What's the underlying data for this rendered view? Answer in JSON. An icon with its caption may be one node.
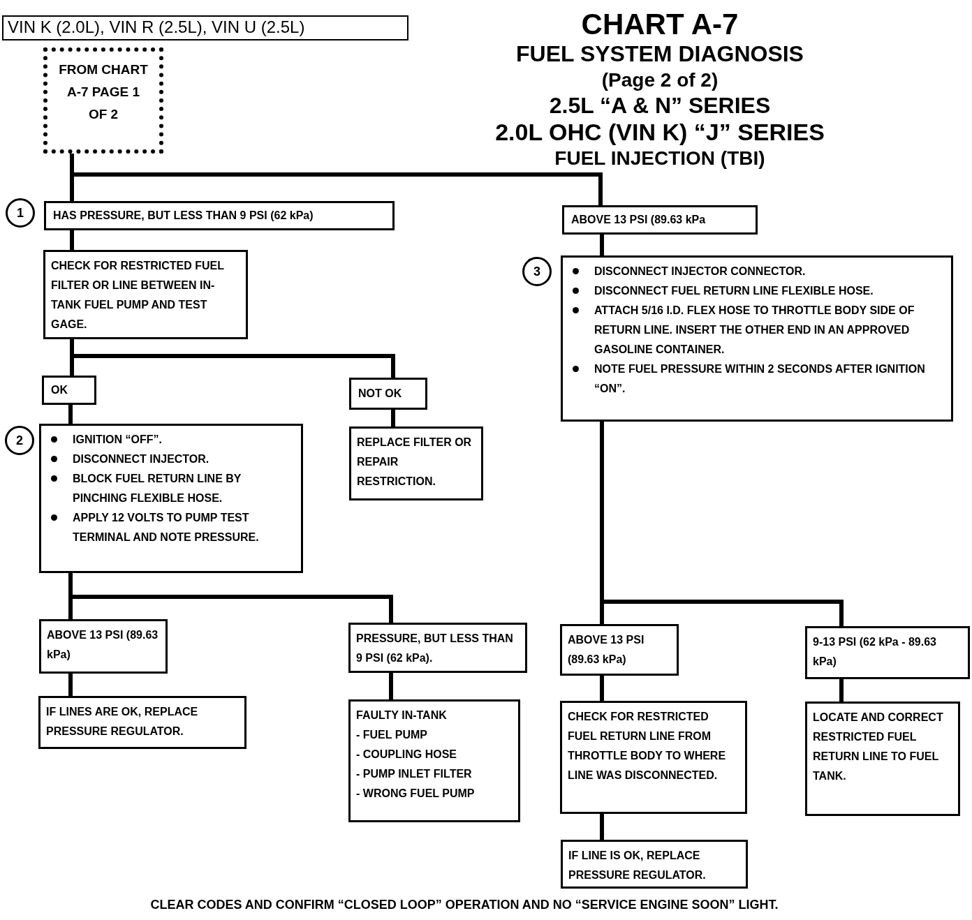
{
  "diagram": {
    "title": "CHART A-7",
    "nodes": [
      {
        "text": [
          "VIN K (2.0L), VIN R (2.5L), VIN U (2.5L)"
        ]
      },
      {
        "text": [
          "FROM CHART A-7 PAGE 1 OF 2"
        ]
      },
      {
        "text": [
          "1"
        ]
      },
      {
        "text": [
          "HAS PRESSURE, BUT LESS THAN 9 PSI (62 kPa)"
        ]
      },
      {
        "text": [
          "ABOVE 13 PSI (89.63 kPa"
        ]
      },
      {
        "text": [
          "CHECK FOR RESTRICTED FUEL FILTER OR LINE BETWEEN IN-TANK FUEL PUMP AND TEST GAGE."
        ]
      },
      {
        "text": [
          "3"
        ]
      },
      {
        "text": [
          "DISCONNECT INJECTOR CONNECTOR.",
          "DISCONNECT FUEL RETURN LINE FLEXIBLE HOSE.",
          "ATTACH 5/16 I.D. FLEX HOSE TO THROTTLE BODY SIDE OF RETURN LINE. INSERT THE OTHER END IN AN APPROVED GASOLINE CONTAINER.",
          "NOTE FUEL PRESSURE WITHIN 2 SECONDS AFTER IGNITION “ON”."
        ]
      },
      {
        "text": [
          "OK"
        ]
      },
      {
        "text": [
          "NOT OK"
        ]
      },
      {
        "text": [
          "2"
        ]
      },
      {
        "text": [
          "IGNITION “OFF”.",
          "DISCONNECT INJECTOR.",
          "BLOCK FUEL RETURN LINE BY PINCHING FLEXIBLE HOSE.",
          "APPLY 12 VOLTS TO PUMP TEST TERMINAL AND NOTE PRESSURE."
        ]
      },
      {
        "text": [
          "REPLACE FILTER OR REPAIR RESTRICTION."
        ]
      },
      {
        "text": [
          "ABOVE 13 PSI (89.63 kPa)"
        ]
      },
      {
        "text": [
          "PRESSURE, BUT LESS THAN 9 PSI (62 kPa)."
        ]
      },
      {
        "text": [
          "ABOVE 13 PSI (89.63 kPa)"
        ]
      },
      {
        "text": [
          "9-13 PSI (62 kPa - 89.63 kPa)"
        ]
      },
      {
        "text": [
          "IF LINES ARE OK, REPLACE PRESSURE REGULATOR."
        ]
      },
      {
        "text": [
          "FAULTY IN-TANK",
          "- FUEL PUMP",
          "- COUPLING HOSE",
          "- PUMP INLET FILTER",
          "- WRONG FUEL PUMP"
        ]
      },
      {
        "text": [
          "CHECK FOR RESTRICTED FUEL RETURN LINE FROM THROTTLE BODY TO WHERE LINE WAS DISCONNECTED."
        ]
      },
      {
        "text": [
          "LOCATE AND CORRECT RESTRICTED FUEL RETURN LINE TO FUEL TANK."
        ]
      },
      {
        "text": [
          "IF LINE IS OK, REPLACE PRESSURE REGULATOR."
        ]
      }
    ],
    "edges": [
      {
        "from": 1,
        "to": 3,
        "arrow": "none"
      },
      {
        "from": 1,
        "to": 4,
        "arrow": "none"
      },
      {
        "from": 3,
        "to": 5,
        "arrow": "none"
      },
      {
        "from": 5,
        "to": 8,
        "arrow": "none"
      },
      {
        "from": 5,
        "to": 9,
        "arrow": "none"
      },
      {
        "from": 8,
        "to": 11,
        "arrow": "none"
      },
      {
        "from": 9,
        "to": 12,
        "arrow": "none"
      },
      {
        "from": 11,
        "to": 13,
        "arrow": "none"
      },
      {
        "from": 11,
        "to": 14,
        "arrow": "none"
      },
      {
        "from": 13,
        "to": 17,
        "arrow": "none"
      },
      {
        "from": 14,
        "to": 18,
        "arrow": "none"
      },
      {
        "from": 4,
        "to": 7,
        "arrow": "none"
      },
      {
        "from": 7,
        "to": 15,
        "arrow": "none"
      },
      {
        "from": 7,
        "to": 16,
        "arrow": "none"
      },
      {
        "from": 15,
        "to": 19,
        "arrow": "none"
      },
      {
        "from": 16,
        "to": 20,
        "arrow": "none"
      },
      {
        "from": 19,
        "to": 21,
        "arrow": "none"
      }
    ],
    "labels": [
      "FUEL SYSTEM DIAGNOSIS",
      "(Page 2 of 2)",
      "2.5L “A & N” SERIES",
      "2.0L OHC (VIN K) “J” SERIES",
      "FUEL INJECTION (TBI)",
      "CLEAR CODES AND CONFIRM “CLOSED LOOP” OPERATION AND NO “SERVICE ENGINE SOON” LIGHT."
    ]
  }
}
